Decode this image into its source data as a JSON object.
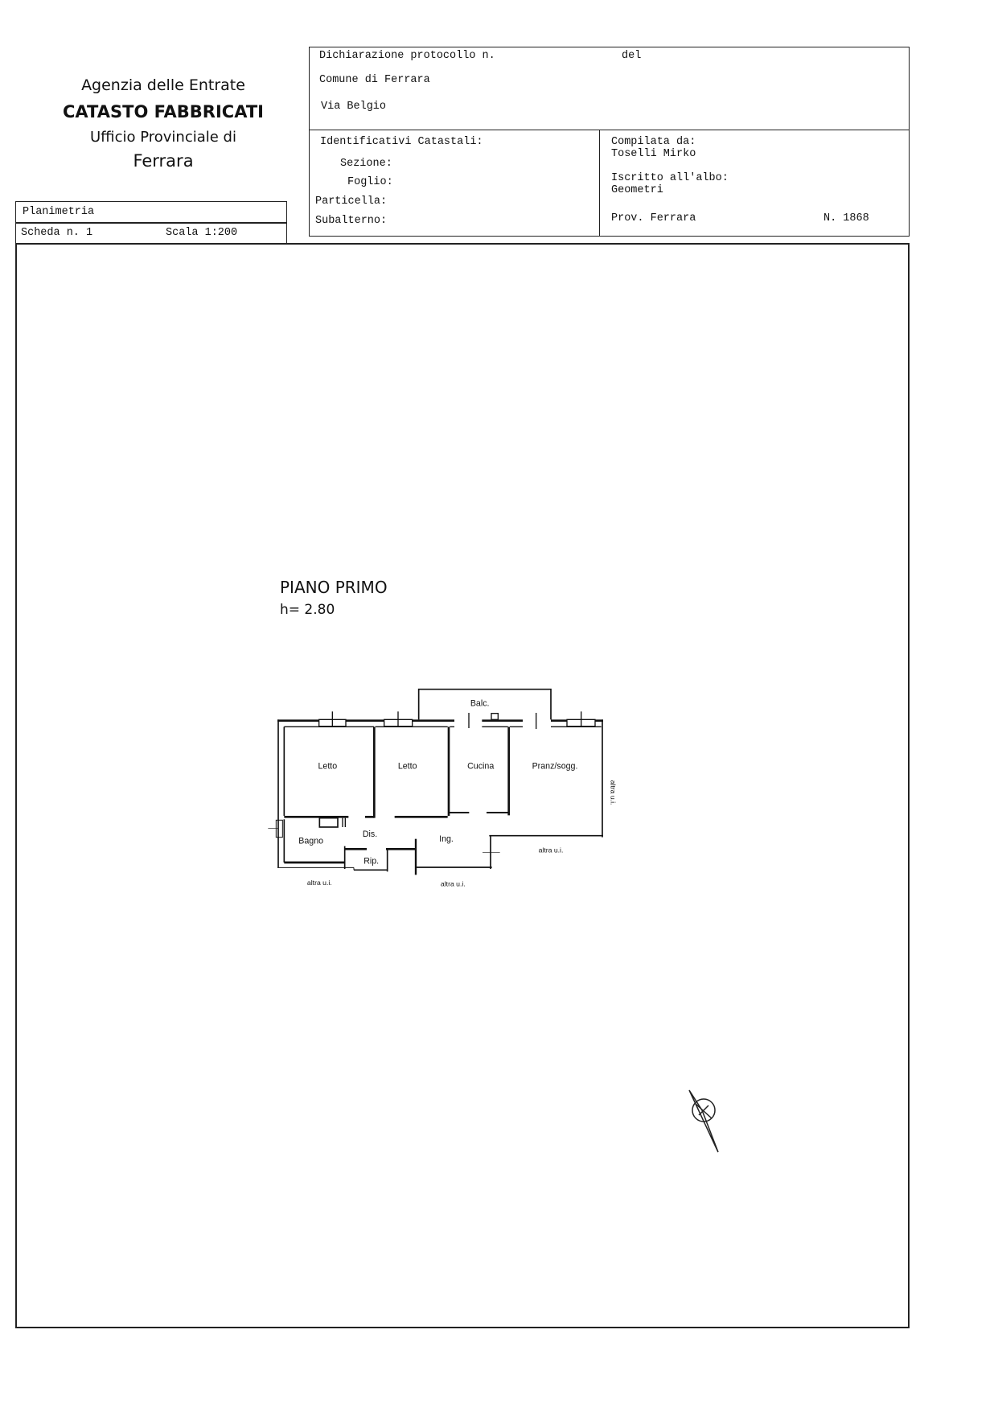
{
  "agency": {
    "line1": "Agenzia delle Entrate",
    "line2": "CATASTO FABBRICATI",
    "line3": "Ufficio Provinciale di",
    "line4": "Ferrara"
  },
  "sheet": {
    "type": "Planimetria",
    "scheda": "Scheda n. 1",
    "scala": "Scala 1:200"
  },
  "declaration": {
    "protocol_label": "Dichiarazione protocollo n.",
    "del_label": "del",
    "comune": "Comune di Ferrara",
    "address": "Via Belgio"
  },
  "identifiers": {
    "title": "Identificativi Catastali:",
    "sezione": "Sezione:",
    "foglio": "Foglio:",
    "particella": "Particella:",
    "subalterno": "Subalterno:"
  },
  "compiler": {
    "label": "Compilata da:",
    "name": "Toselli Mirko",
    "albo_label": "Iscritto all'albo:",
    "albo": "Geometri",
    "province": "Prov. Ferrara",
    "number": "N. 1868"
  },
  "floor": {
    "title": "PIANO PRIMO",
    "height": "h= 2.80"
  },
  "rooms": {
    "letto1": "Letto",
    "letto2": "Letto",
    "cucina": "Cucina",
    "pranzo": "Pranz/sogg.",
    "balcone": "Balc.",
    "disimpegno": "Dis.",
    "bagno": "Bagno",
    "ingresso": "Ing.",
    "ripostiglio": "Rip.",
    "altra_right": "altra u.i.",
    "altra_bottom_right": "altra u.i.",
    "altra_bottom_left": "altra u.i.",
    "altra_bottom_mid": "altra u.i."
  }
}
